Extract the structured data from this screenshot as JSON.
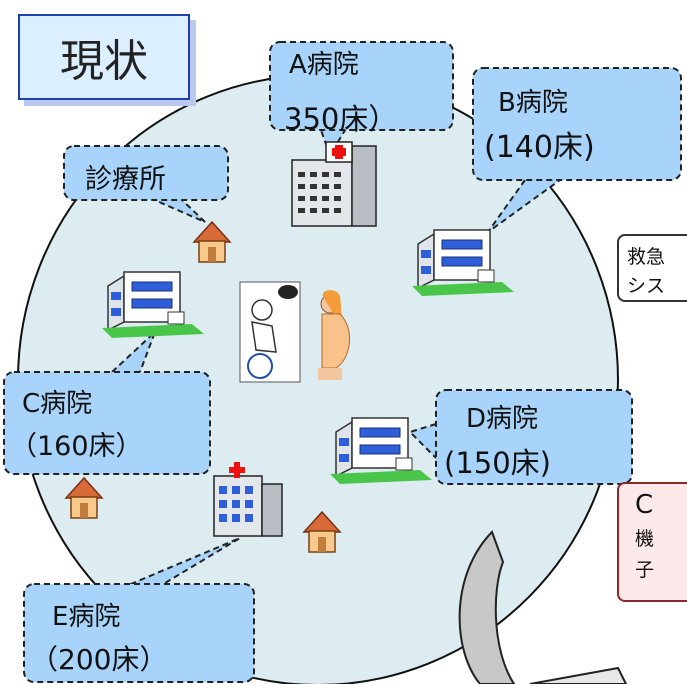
{
  "title": "現状",
  "callouts": {
    "a_name": "A病院",
    "a_beds": "350床）",
    "b_name": "B病院",
    "b_beds": "(140床)",
    "clinic": "診療所",
    "c_name": "C病院",
    "c_beds": "（160床）",
    "d_name": "D病院",
    "d_beds": "(150床)",
    "e_name": "E病院",
    "e_beds": "（200床）"
  },
  "right_partial": {
    "box1_line1": "救急",
    "box1_line2": "シス",
    "box2_line1": "C",
    "box2_line2": "機",
    "box2_line3": "子"
  },
  "colors": {
    "circle_fill": "#dcecf1",
    "callout_fill": "#a8d4fb",
    "title_fill": "#dcefff",
    "title_border": "#1f3fae",
    "pink_box": "#fde9ea"
  },
  "icons": [
    "hospital-a-icon",
    "hospital-b-icon",
    "hospital-c-icon",
    "hospital-d-icon",
    "hospital-e-icon",
    "clinic-house-icon",
    "elderly-wheelchair-icon",
    "pregnant-woman-icon"
  ]
}
